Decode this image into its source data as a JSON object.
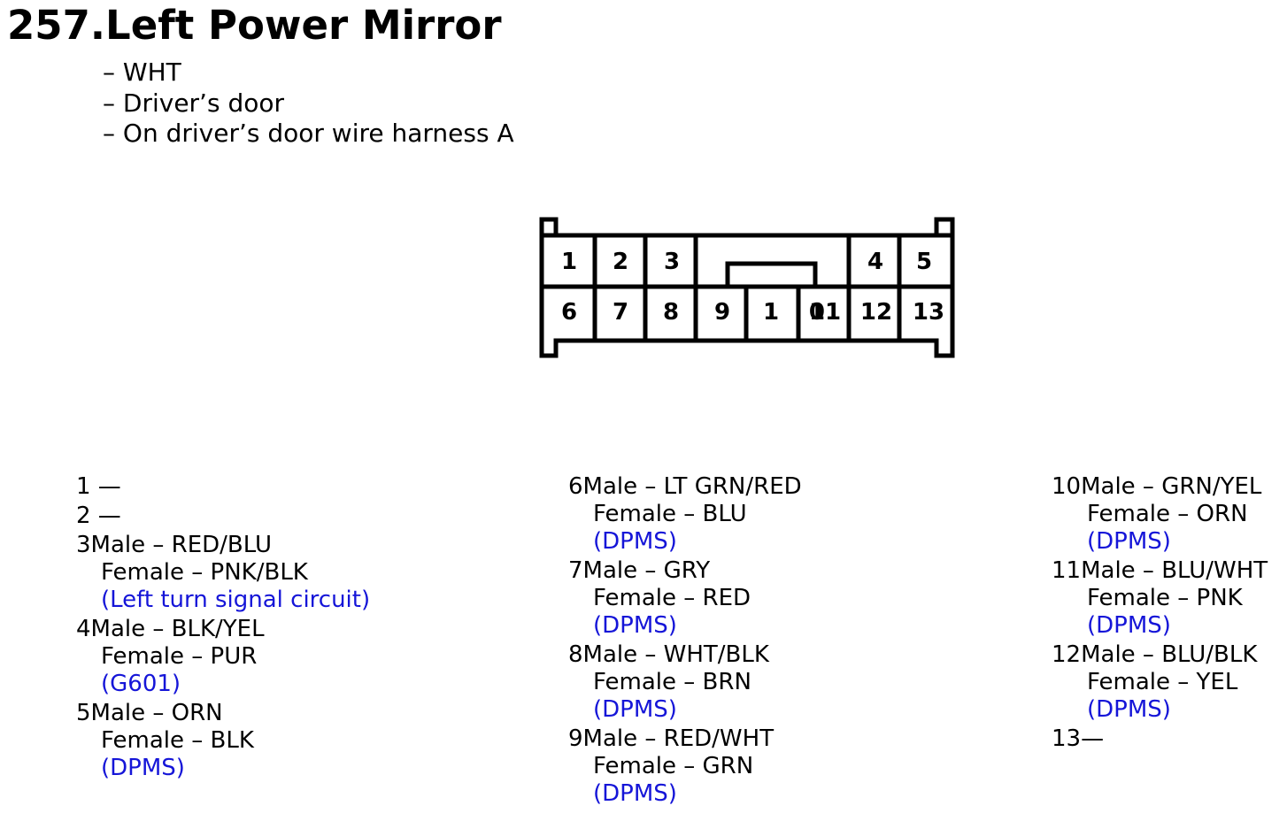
{
  "title": "257.Left Power Mirror",
  "description": [
    "– WHT",
    "– Driver’s door",
    "– On driver’s door wire harness A"
  ],
  "connector": {
    "top_row": [
      "1",
      "2",
      "3",
      "4",
      "5"
    ],
    "bottom_row": [
      "6",
      "7",
      "8",
      "9",
      "1",
      "01",
      "12",
      "13"
    ],
    "overlap_glyph": "1"
  },
  "pins": {
    "col1": [
      {
        "main": "1 —"
      },
      {
        "main": "2 —"
      },
      {
        "main": "3Male – RED/BLU",
        "sub": "Female – PNK/BLK",
        "note": "(Left turn signal circuit)"
      },
      {
        "main": "4Male – BLK/YEL",
        "sub": "Female – PUR",
        "note": "(G601)"
      },
      {
        "main": "5Male – ORN",
        "sub": "Female – BLK",
        "note": "(DPMS)"
      }
    ],
    "col2": [
      {
        "main": "6Male – LT GRN/RED",
        "sub": "Female – BLU",
        "note": "(DPMS)"
      },
      {
        "main": "7Male – GRY",
        "sub": "Female – RED",
        "note": "(DPMS)"
      },
      {
        "main": "8Male – WHT/BLK",
        "sub": "Female – BRN",
        "note": "(DPMS)"
      },
      {
        "main": "9Male – RED/WHT",
        "sub": "Female – GRN",
        "note": "(DPMS)"
      }
    ],
    "col3": [
      {
        "main": "10Male – GRN/YEL",
        "sub": "Female – ORN",
        "note": "(DPMS)"
      },
      {
        "main": "11Male – BLU/WHT",
        "sub": "Female – PNK",
        "note": "(DPMS)"
      },
      {
        "main": "12Male – BLU/BLK",
        "sub": "Female – YEL",
        "note": "(DPMS)"
      },
      {
        "main": "13—"
      }
    ]
  },
  "colors": {
    "note": "#1515d8",
    "text": "#000000"
  }
}
